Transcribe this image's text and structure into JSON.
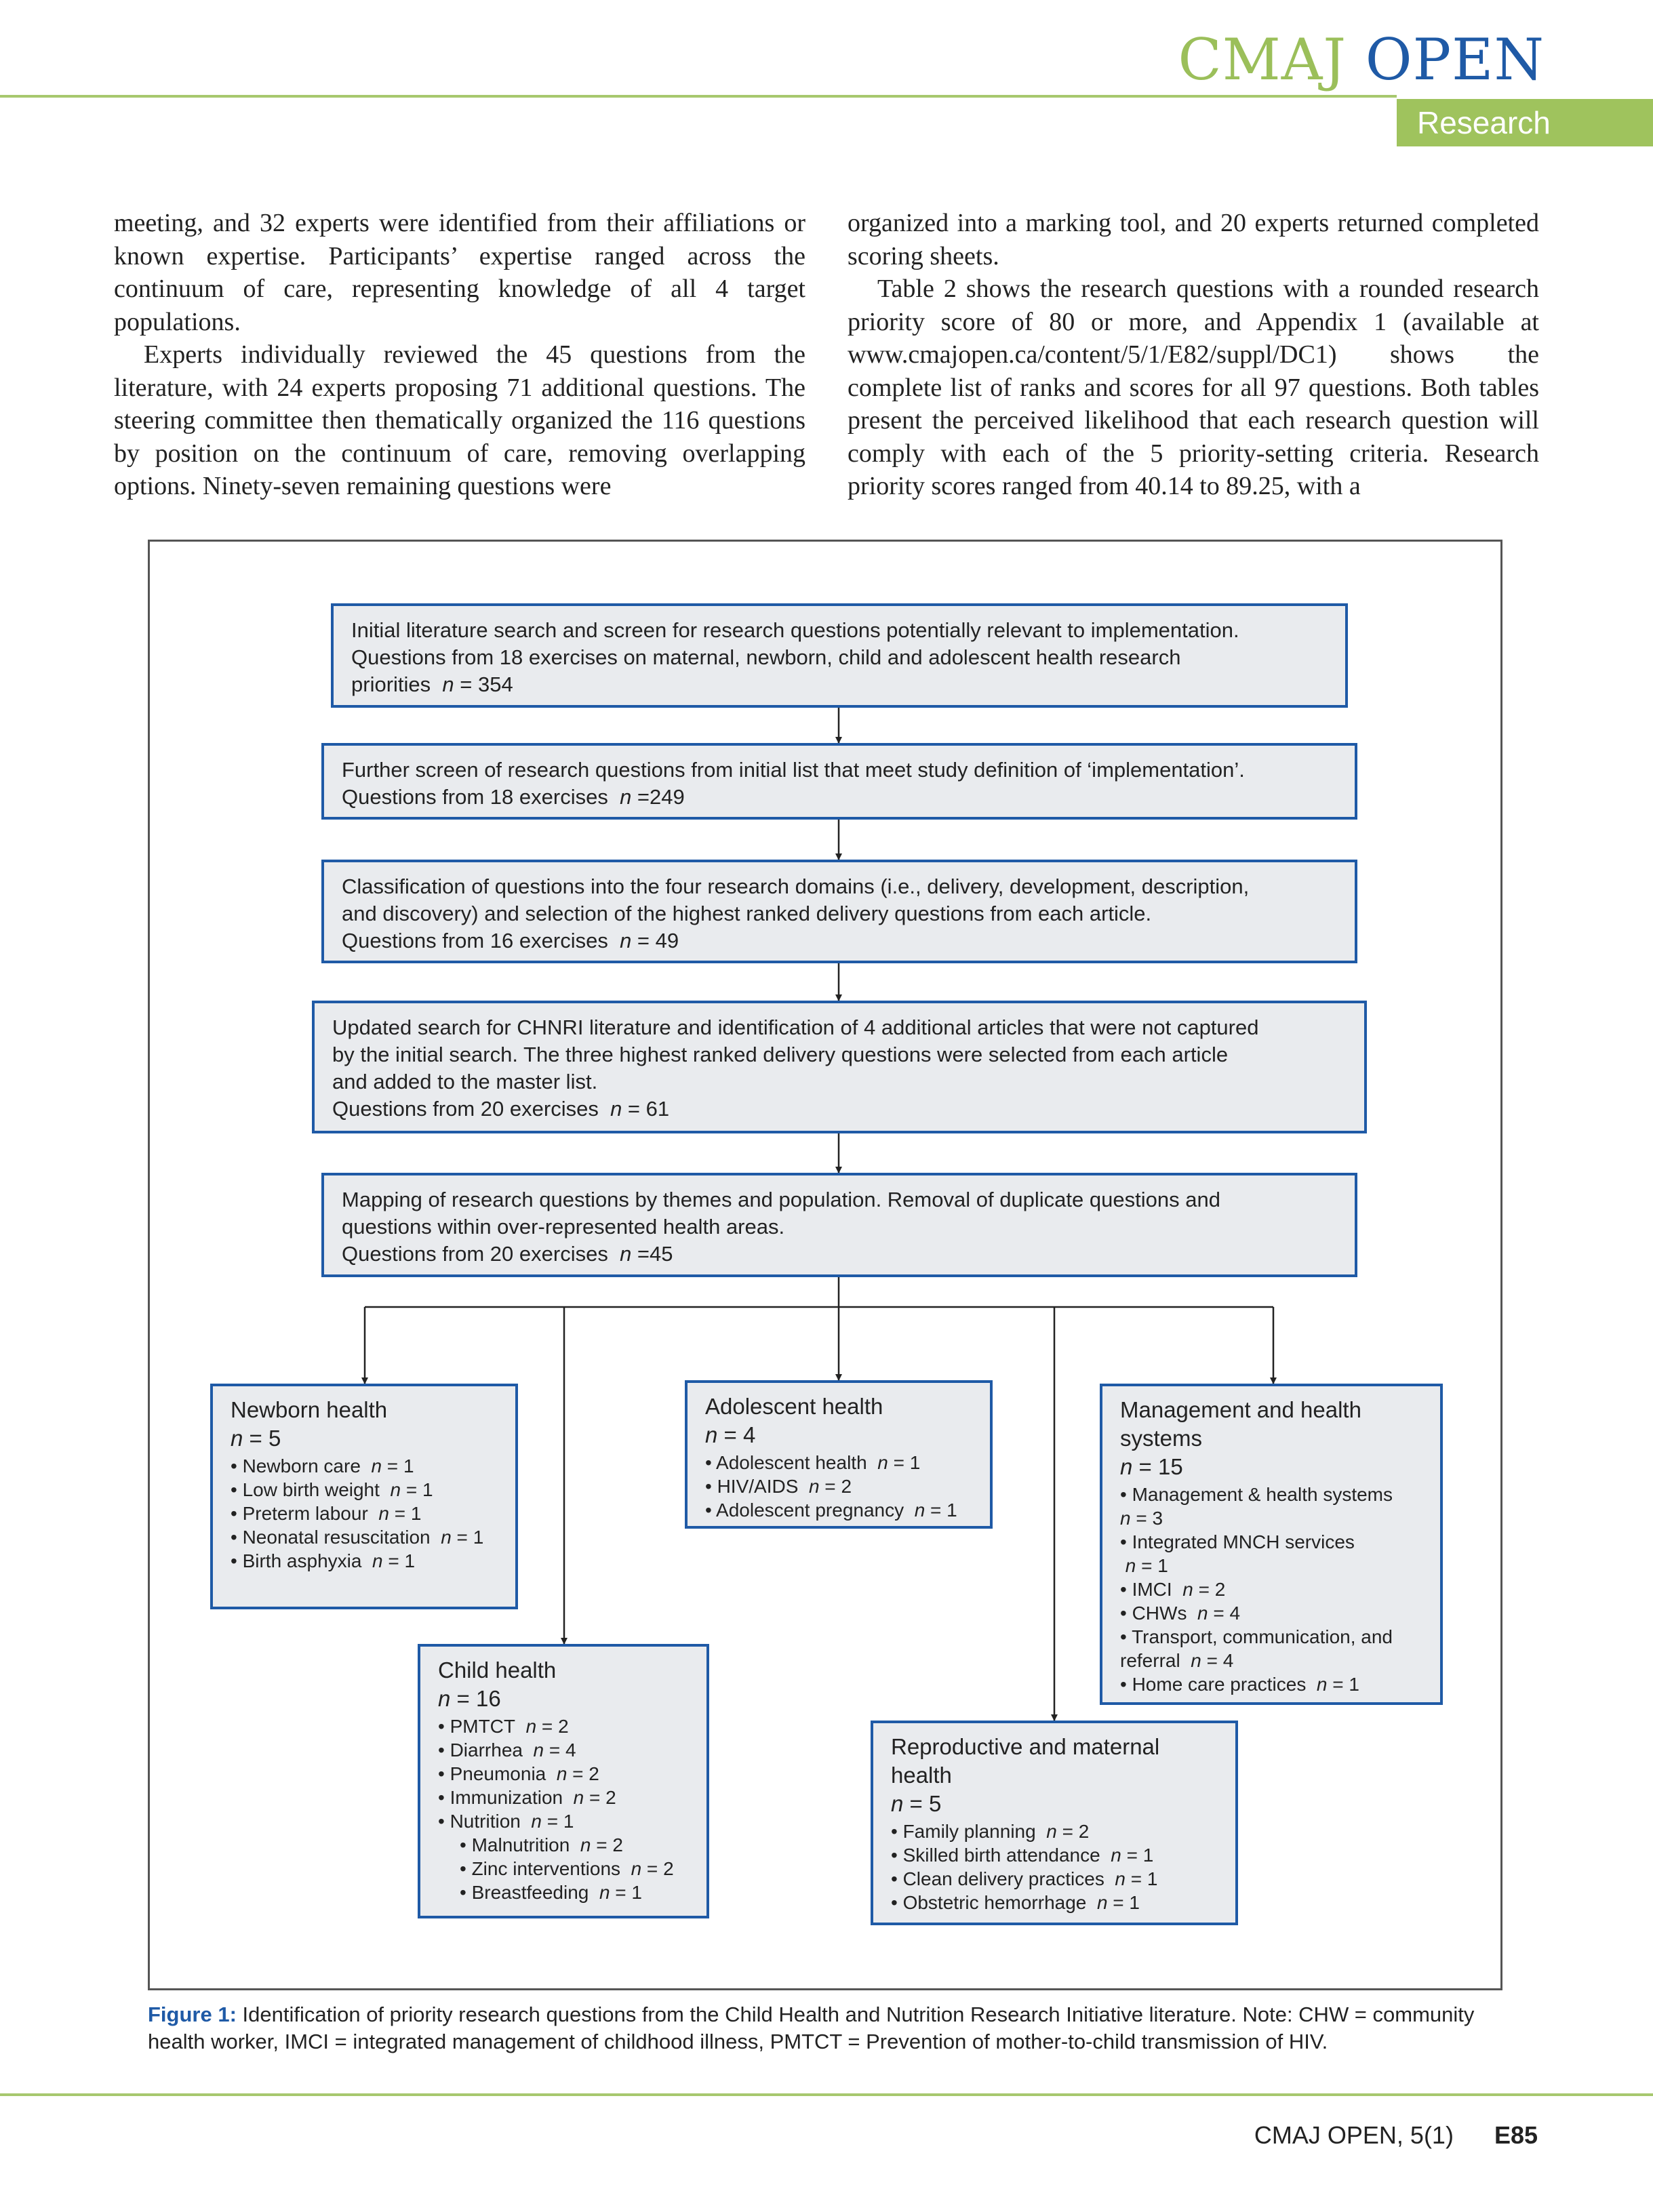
{
  "header": {
    "brand_part1": "CMAJ",
    "brand_part2": "OPEN",
    "section": "Research"
  },
  "left_column": {
    "p1": "meeting, and 32 experts were identified from their affiliations or known expertise. Participants’ expertise ranged across the continuum of care, representing knowledge of all 4 target populations.",
    "p2": "Experts individually reviewed the 45 questions from the literature, with 24 experts proposing 71 additional questions. The steering committee then thematically organized the 116 questions by position on the continuum of care, removing overlapping options. Ninety-seven remaining questions were"
  },
  "right_column": {
    "p1": "organized into a marking tool, and 20 experts returned completed scoring sheets.",
    "p2": "Table 2 shows the research questions with a rounded research priority score of 80 or more, and Appendix 1 (available at www.cmajopen.ca/content/5/1/E82/suppl/DC1) shows the complete list of ranks and scores for all 97 questions. Both tables present the perceived likelihood that each research question will comply with each of the 5 priority-setting criteria. Research priority scores ranged from 40.14 to 89.25, with a"
  },
  "figure": {
    "flow": [
      {
        "lines": [
          "Initial literature search and screen for research questions potentially relevant to implementation.",
          "Questions from 18 exercises on maternal, newborn, child and adolescent health research"
        ],
        "count_prefix": "priorities",
        "count_value": " = 354"
      },
      {
        "lines": [
          "Further screen of research questions from initial list that meet study definition of ‘implementation’."
        ],
        "count_prefix": "Questions from 18 exercises",
        "count_value": " =249"
      },
      {
        "lines": [
          "Classification of questions into the four research domains (i.e., delivery, development, description,",
          "and discovery) and selection of the highest ranked delivery questions from each article."
        ],
        "count_prefix": "Questions from 16 exercises",
        "count_value": " = 49"
      },
      {
        "lines": [
          "Updated search for CHNRI literature and identification of 4 additional articles that were not captured",
          "by the initial search. The three highest ranked delivery questions were selected from each article",
          "and added to the master list."
        ],
        "count_prefix": "Questions from 20 exercises",
        "count_value": " = 61"
      },
      {
        "lines": [
          "Mapping of research questions by themes and population. Removal of duplicate questions and",
          "questions within over-represented health areas."
        ],
        "count_prefix": "Questions from 20 exercises",
        "count_value": " =45"
      }
    ],
    "newborn": {
      "title": "Newborn health",
      "n": " = 5",
      "items": [
        {
          "label": "• Newborn care",
          "n": " = 1"
        },
        {
          "label": "• Low birth weight",
          "n": " = 1"
        },
        {
          "label": "• Preterm labour",
          "n": " = 1"
        },
        {
          "label": "• Neonatal resuscitation",
          "n": " = 1"
        },
        {
          "label": "• Birth asphyxia",
          "n": " = 1"
        }
      ]
    },
    "adolescent": {
      "title": "Adolescent health",
      "n": " = 4",
      "items": [
        {
          "label": "• Adolescent health",
          "n": " = 1"
        },
        {
          "label": "• HIV/AIDS",
          "n": " = 2"
        },
        {
          "label": "• Adolescent pregnancy",
          "n": " = 1"
        }
      ]
    },
    "management": {
      "title_line1": "Management and health",
      "title_line2": "systems",
      "n": " = 15",
      "items": [
        {
          "label": "• Management & health systems",
          "label2": "",
          "n": " = 3"
        },
        {
          "label": "• Integrated MNCH services",
          "label2": "",
          "n": " = 1"
        },
        {
          "label": "• IMCI",
          "label2": "",
          "n": " = 2"
        },
        {
          "label": "• CHWs",
          "label2": "",
          "n": " = 4"
        },
        {
          "label": "• Transport, communication, and",
          "label2": "referral",
          "n": " = 4"
        },
        {
          "label": "• Home care practices",
          "label2": "",
          "n": " = 1"
        }
      ]
    },
    "child": {
      "title": "Child health",
      "n": " = 16",
      "items": [
        {
          "label": "• PMTCT",
          "n": " = 2"
        },
        {
          "label": "• Diarrhea",
          "n": " = 4"
        },
        {
          "label": "• Pneumonia",
          "n": " = 2"
        },
        {
          "label": "• Immunization",
          "n": " = 2"
        },
        {
          "label": "• Nutrition",
          "n": " = 1"
        },
        {
          "label": "• Malnutrition",
          "n": " = 2"
        },
        {
          "label": "• Zinc interventions",
          "n": " = 2"
        },
        {
          "label": "• Breastfeeding",
          "n": " = 1"
        }
      ]
    },
    "reproductive": {
      "title_line1": "Reproductive and maternal",
      "title_line2": "health",
      "n": " = 5",
      "items": [
        {
          "label": "• Family planning",
          "n": " = 2"
        },
        {
          "label": "• Skilled birth attendance",
          "n": " = 1"
        },
        {
          "label": "• Clean delivery practices",
          "n": " = 1"
        },
        {
          "label": "• Obstetric hemorrhage",
          "n": " = 1"
        }
      ]
    },
    "n_symbol": "n"
  },
  "caption": {
    "label": "Figure 1:",
    "text": " Identification of priority research questions from the Child Health and Nutrition Research Initiative literature. Note: CHW = community health worker, IMCI = integrated management of childhood illness, PMTCT = Prevention of mother-to-child transmission of HIV."
  },
  "footer": {
    "journal": "CMAJ OPEN, 5(1)",
    "page": "E85"
  },
  "colors": {
    "brand_green": "#9bbf5a",
    "brand_blue": "#1f5aa6",
    "box_fill": "#e9ebee"
  }
}
